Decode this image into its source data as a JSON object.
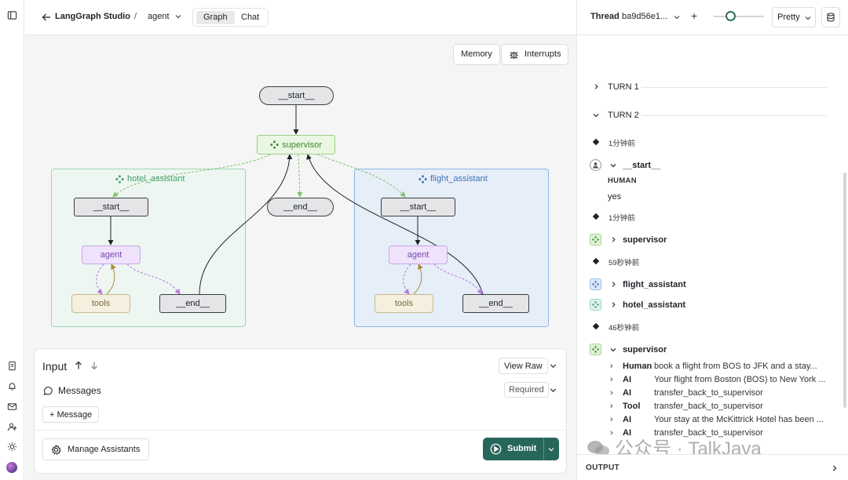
{
  "header": {
    "studio_name": "LangGraph Studio",
    "separator": "/",
    "assistant": "agent",
    "view_tabs": [
      "Graph",
      "Chat"
    ],
    "active_tab": "Graph"
  },
  "canvas": {
    "memory_label": "Memory",
    "interrupts_label": "Interrupts",
    "nodes": {
      "start": "__start__",
      "supervisor": "supervisor",
      "end": "__end__",
      "hotel_group": "hotel_assistant",
      "flight_group": "flight_assistant",
      "hotel_start": "__start__",
      "hotel_agent": "agent",
      "hotel_tools": "tools",
      "hotel_end": "__end__",
      "flight_start": "__start__",
      "flight_agent": "agent",
      "flight_tools": "tools",
      "flight_end": "__end__"
    }
  },
  "input": {
    "title": "Input",
    "view_raw": "View Raw",
    "messages_label": "Messages",
    "required": "Required",
    "add_message": "+ Message",
    "manage_assistants": "Manage Assistants",
    "submit": "Submit"
  },
  "thread": {
    "label": "Thread",
    "id": "ba9d56e1...",
    "add": "+",
    "format": "Pretty",
    "turns": [
      {
        "label": "TURN 1"
      },
      {
        "label": "TURN 2"
      }
    ],
    "events": {
      "time1": "1分钟前",
      "start_node": "__start__",
      "human_label": "HUMAN",
      "human_text": "yes",
      "time2": "1分钟前",
      "supervisor1": "supervisor",
      "time3": "59秒钟前",
      "flight": "flight_assistant",
      "hotel": "hotel_assistant",
      "time4": "46秒钟前",
      "supervisor2": "supervisor"
    },
    "messages": [
      {
        "role": "Human",
        "text": "book a flight from BOS to JFK and a stay..."
      },
      {
        "role": "AI",
        "text": "Your flight from Boston (BOS) to New York ..."
      },
      {
        "role": "AI",
        "text": "transfer_back_to_supervisor"
      },
      {
        "role": "Tool",
        "text": "transfer_back_to_supervisor"
      },
      {
        "role": "AI",
        "text": "Your stay at the McKittrick Hotel has been ..."
      },
      {
        "role": "AI",
        "text": "transfer_back_to_supervisor"
      }
    ],
    "output_label": "OUTPUT"
  },
  "watermark": "公众号 · TalkJava"
}
